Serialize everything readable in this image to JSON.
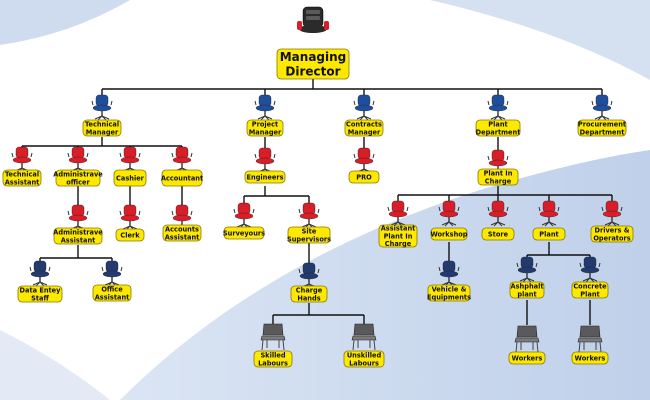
{
  "diagram": {
    "top": {
      "line1": "Managing",
      "line2": "Director"
    },
    "level1": [
      {
        "id": "technical_manager",
        "lines": [
          "Technical",
          "Manager"
        ]
      },
      {
        "id": "project_manager",
        "lines": [
          "Project",
          "Manager"
        ]
      },
      {
        "id": "contracts_manager",
        "lines": [
          "Contracts",
          "Manager"
        ]
      },
      {
        "id": "plant_department",
        "lines": [
          "Plant",
          "Department"
        ]
      },
      {
        "id": "procurement_department",
        "lines": [
          "Procurement",
          "Department"
        ]
      }
    ],
    "technical_children": [
      {
        "id": "technical_assistant",
        "lines": [
          "Technical",
          "Assistant"
        ]
      },
      {
        "id": "administrative_officer",
        "lines": [
          "Administrave",
          "officer"
        ]
      },
      {
        "id": "cashier",
        "lines": [
          "Cashier"
        ]
      },
      {
        "id": "accountant",
        "lines": [
          "Accountant"
        ]
      }
    ],
    "admin_assistant": {
      "lines": [
        "Administrave",
        "Assistant"
      ]
    },
    "clerk": {
      "lines": [
        "Clerk"
      ]
    },
    "accounts_assistant": {
      "lines": [
        "Accounts",
        "Assistant"
      ]
    },
    "data_entry_staff": {
      "lines": [
        "Data Entey",
        "Staff"
      ]
    },
    "office_assistant": {
      "lines": [
        "Office",
        "Assistant"
      ]
    },
    "engineers": {
      "lines": [
        "Engineers"
      ]
    },
    "surveyours": {
      "lines": [
        "Surveyours"
      ]
    },
    "site_supervisors": {
      "lines": [
        "Site",
        "Supervisors"
      ]
    },
    "charge_hands": {
      "lines": [
        "Charge",
        "Hands"
      ]
    },
    "skilled_labours": {
      "lines": [
        "Skilled",
        "Labours"
      ]
    },
    "unskilled_labours": {
      "lines": [
        "Unskilled",
        "Labours"
      ]
    },
    "pro": {
      "lines": [
        "PRO"
      ]
    },
    "plant_in_charge": {
      "lines": [
        "Plant In",
        "Charge"
      ]
    },
    "plant_children": [
      {
        "id": "assistant_plant_in_charge",
        "lines": [
          "Assistant",
          "Plant In",
          "Charge"
        ]
      },
      {
        "id": "workshop",
        "lines": [
          "Workshop"
        ]
      },
      {
        "id": "store",
        "lines": [
          "Store"
        ]
      },
      {
        "id": "plant",
        "lines": [
          "Plant"
        ]
      },
      {
        "id": "drivers_operators",
        "lines": [
          "Drivers &",
          "Operators"
        ]
      }
    ],
    "vehicle_equipments": {
      "lines": [
        "Vehicle &",
        "Equipments"
      ]
    },
    "asphalt_plant": {
      "lines": [
        "Ashphalt",
        "plant"
      ]
    },
    "concrete_plant": {
      "lines": [
        "Concrete",
        "Plant"
      ]
    },
    "workers_asphalt": {
      "lines": [
        "Workers"
      ]
    },
    "workers_concrete": {
      "lines": [
        "Workers"
      ]
    }
  },
  "colors": {
    "box": "#fde800",
    "chair_black": "#2b2b2b",
    "chair_blue": "#1f4f9c",
    "chair_red": "#d81e28",
    "chair_navy": "#223a6e",
    "chair_grey": "#8a8a8a",
    "swoosh": "#c9d7ec"
  }
}
